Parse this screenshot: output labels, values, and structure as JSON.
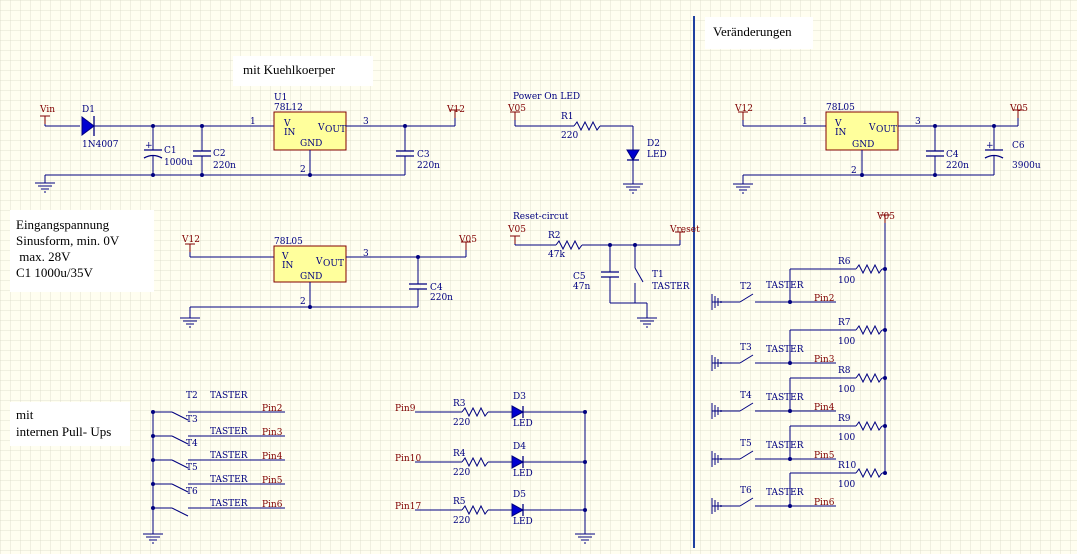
{
  "notes": {
    "kuehlkoerper": "mit Kuehlkoerper",
    "aenderungen": "Veränderungen",
    "eingang": [
      "Eingangspannung",
      "Sinusform, min. 0V",
      " max. 28V",
      "C1 1000u/35V"
    ],
    "pullups": [
      "mit",
      "internen Pull- Ups"
    ]
  },
  "power": {
    "vin": "Vin",
    "v12": "V12",
    "v05": "V05",
    "vreset": "Vreset"
  },
  "titles": {
    "power_led": "Power On LED",
    "reset": "Reset-circut"
  },
  "regulator": {
    "vin_pin": "V",
    "vin_sub": "IN",
    "vout_pin": "V",
    "vout_sub": "OUT",
    "gnd": "GND",
    "pin1": "1",
    "pin2": "2",
    "pin3": "3"
  },
  "components": {
    "d1": {
      "ref": "D1",
      "value": "1N4007"
    },
    "u1": {
      "ref": "U1",
      "value": "78L12"
    },
    "c1": {
      "ref": "C1",
      "value": "1000u"
    },
    "c2": {
      "ref": "C2",
      "value": "220n"
    },
    "c3": {
      "ref": "C3",
      "value": "220n"
    },
    "u2": {
      "value": "78L05"
    },
    "c4": {
      "ref": "C4",
      "value": "220n"
    },
    "r1": {
      "ref": "R1",
      "value": "220"
    },
    "d2": {
      "ref": "D2",
      "value": "LED"
    },
    "r2": {
      "ref": "R2",
      "value": "47k"
    },
    "c5": {
      "ref": "C5",
      "value": "47n"
    },
    "t1": {
      "ref": "T1",
      "value": "TASTER"
    },
    "u3": {
      "value": "78L05"
    },
    "c4b": {
      "ref": "C4",
      "value": "220n"
    },
    "c6": {
      "ref": "C6",
      "value": "3900u"
    },
    "plus": "+"
  },
  "switches_left": [
    {
      "ref": "T2",
      "value": "TASTER",
      "net": "Pin2"
    },
    {
      "ref": "T3",
      "value": "TASTER",
      "net": "Pin3"
    },
    {
      "ref": "T4",
      "value": "TASTER",
      "net": "Pin4"
    },
    {
      "ref": "T5",
      "value": "TASTER",
      "net": "Pin5"
    },
    {
      "ref": "T6",
      "value": "TASTER",
      "net": "Pin6"
    }
  ],
  "leds": [
    {
      "net": "Pin9",
      "r_ref": "R3",
      "r_val": "220",
      "d_ref": "D3",
      "d_val": "LED"
    },
    {
      "net": "Pin10",
      "r_ref": "R4",
      "r_val": "220",
      "d_ref": "D4",
      "d_val": "LED"
    },
    {
      "net": "Pin17",
      "r_ref": "R5",
      "r_val": "220",
      "d_ref": "D5",
      "d_val": "LED"
    }
  ],
  "switches_right": [
    {
      "ref": "T2",
      "value": "TASTER",
      "net": "Pin2",
      "r_ref": "R6",
      "r_val": "100"
    },
    {
      "ref": "T3",
      "value": "TASTER",
      "net": "Pin3",
      "r_ref": "R7",
      "r_val": "100"
    },
    {
      "ref": "T4",
      "value": "TASTER",
      "net": "Pin4",
      "r_ref": "R8",
      "r_val": "100"
    },
    {
      "ref": "T5",
      "value": "TASTER",
      "net": "Pin5",
      "r_ref": "R9",
      "r_val": "100"
    },
    {
      "ref": "T6",
      "value": "TASTER",
      "net": "Pin6",
      "r_ref": "R10",
      "r_val": "100"
    }
  ],
  "colors": {
    "background": "#fffef0",
    "grid": "#d8d8c8",
    "wire": "#000080",
    "power": "#800000",
    "ic_body": "#ffff9c",
    "diode": "#0000d0",
    "separator": "#2040a0"
  }
}
